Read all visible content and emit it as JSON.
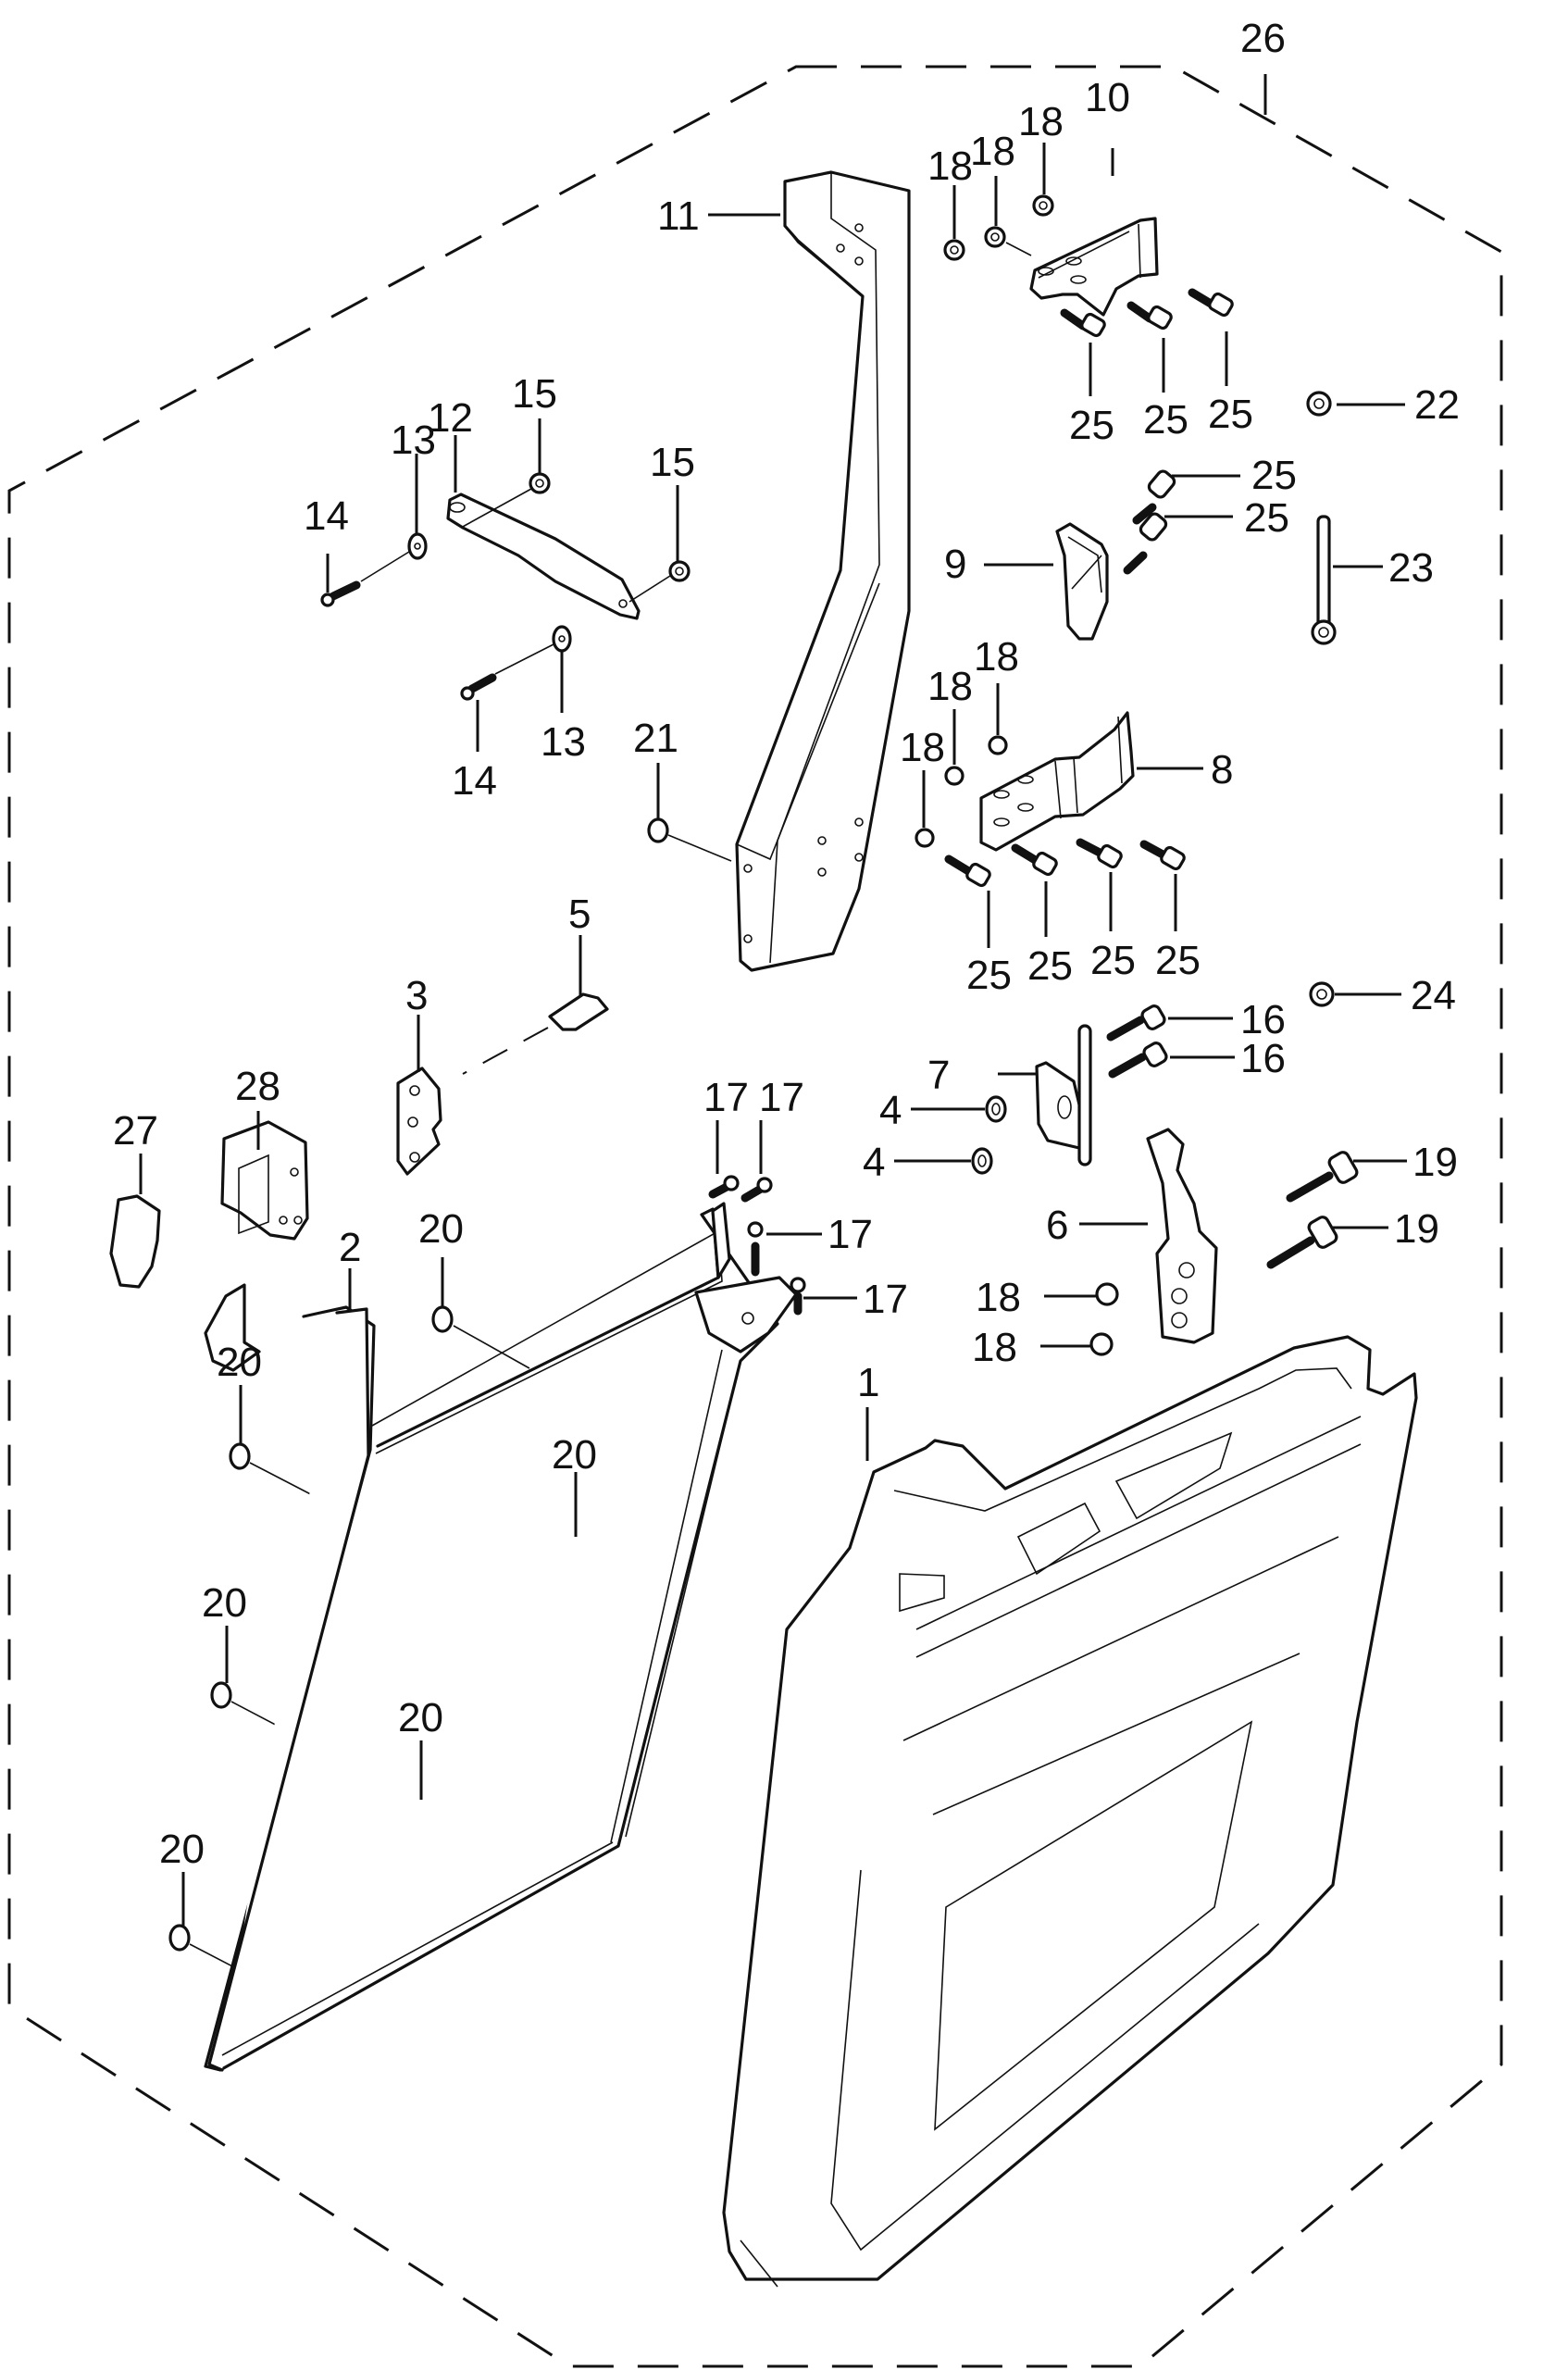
{
  "diagram": {
    "title": "",
    "kind": "exploded parts diagram",
    "assembly_callout": "26",
    "callouts": [
      {
        "id": "c26",
        "label": "26",
        "part": "assembly-boundary"
      },
      {
        "id": "c11",
        "label": "11",
        "part": "post"
      },
      {
        "id": "c10",
        "label": "10",
        "part": "upper-hinge-bracket"
      },
      {
        "id": "c18a",
        "label": "18",
        "part": "nut"
      },
      {
        "id": "c18b",
        "label": "18",
        "part": "nut"
      },
      {
        "id": "c18c",
        "label": "18",
        "part": "nut"
      },
      {
        "id": "c25a",
        "label": "25",
        "part": "bolt"
      },
      {
        "id": "c25b",
        "label": "25",
        "part": "bolt"
      },
      {
        "id": "c25c",
        "label": "25",
        "part": "bolt"
      },
      {
        "id": "c22",
        "label": "22",
        "part": "nut"
      },
      {
        "id": "c12",
        "label": "12",
        "part": "strap"
      },
      {
        "id": "c15a",
        "label": "15",
        "part": "nut"
      },
      {
        "id": "c15b",
        "label": "15",
        "part": "nut"
      },
      {
        "id": "c13a",
        "label": "13",
        "part": "spacer"
      },
      {
        "id": "c13b",
        "label": "13",
        "part": "spacer"
      },
      {
        "id": "c14a",
        "label": "14",
        "part": "screw"
      },
      {
        "id": "c14b",
        "label": "14",
        "part": "screw"
      },
      {
        "id": "c25d",
        "label": "25",
        "part": "bolt"
      },
      {
        "id": "c25e",
        "label": "25",
        "part": "bolt"
      },
      {
        "id": "c9",
        "label": "9",
        "part": "hinge-pin-bracket"
      },
      {
        "id": "c23",
        "label": "23",
        "part": "long-bolt"
      },
      {
        "id": "c21",
        "label": "21",
        "part": "rivet"
      },
      {
        "id": "c18d",
        "label": "18",
        "part": "nut"
      },
      {
        "id": "c18e",
        "label": "18",
        "part": "nut"
      },
      {
        "id": "c18f",
        "label": "18",
        "part": "nut"
      },
      {
        "id": "c8",
        "label": "8",
        "part": "lower-hinge-bracket"
      },
      {
        "id": "c25f",
        "label": "25",
        "part": "bolt"
      },
      {
        "id": "c25g",
        "label": "25",
        "part": "bolt"
      },
      {
        "id": "c25h",
        "label": "25",
        "part": "bolt"
      },
      {
        "id": "c25i",
        "label": "25",
        "part": "bolt"
      },
      {
        "id": "c5",
        "label": "5",
        "part": "striker"
      },
      {
        "id": "c3",
        "label": "3",
        "part": "striker-plate"
      },
      {
        "id": "c24",
        "label": "24",
        "part": "nut"
      },
      {
        "id": "c16a",
        "label": "16",
        "part": "bolt"
      },
      {
        "id": "c16b",
        "label": "16",
        "part": "bolt"
      },
      {
        "id": "c7",
        "label": "7",
        "part": "hinge-plate"
      },
      {
        "id": "c4a",
        "label": "4",
        "part": "washer"
      },
      {
        "id": "c4b",
        "label": "4",
        "part": "washer"
      },
      {
        "id": "c28",
        "label": "28",
        "part": "bracket"
      },
      {
        "id": "c27",
        "label": "27",
        "part": "bumper"
      },
      {
        "id": "c17a",
        "label": "17",
        "part": "bolt"
      },
      {
        "id": "c17b",
        "label": "17",
        "part": "bolt"
      },
      {
        "id": "c17c",
        "label": "17",
        "part": "bolt"
      },
      {
        "id": "c17d",
        "label": "17",
        "part": "bolt"
      },
      {
        "id": "c19a",
        "label": "19",
        "part": "bolt"
      },
      {
        "id": "c19b",
        "label": "19",
        "part": "bolt"
      },
      {
        "id": "c6",
        "label": "6",
        "part": "latch"
      },
      {
        "id": "c18g",
        "label": "18",
        "part": "nut"
      },
      {
        "id": "c18h",
        "label": "18",
        "part": "nut"
      },
      {
        "id": "c2",
        "label": "2",
        "part": "door-frame"
      },
      {
        "id": "c20a",
        "label": "20",
        "part": "rivet"
      },
      {
        "id": "c20b",
        "label": "20",
        "part": "rivet"
      },
      {
        "id": "c20c",
        "label": "20",
        "part": "rivet"
      },
      {
        "id": "c20d",
        "label": "20",
        "part": "rivet"
      },
      {
        "id": "c20e",
        "label": "20",
        "part": "rivet"
      },
      {
        "id": "c20f",
        "label": "20",
        "part": "rivet"
      },
      {
        "id": "c1",
        "label": "1",
        "part": "door-panel"
      }
    ]
  }
}
